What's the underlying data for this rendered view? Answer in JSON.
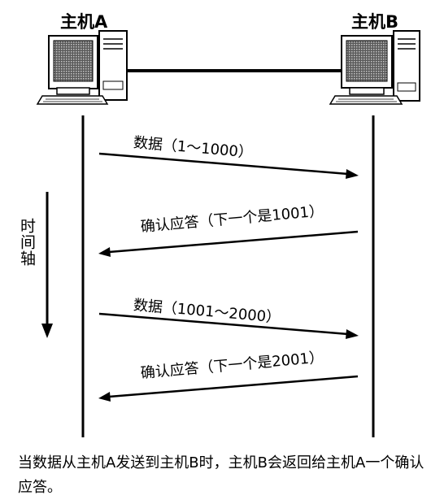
{
  "host_a": {
    "label": "主机A"
  },
  "host_b": {
    "label": "主机B"
  },
  "messages": [
    {
      "text": "数据（1～1000）",
      "direction": "A-to-B"
    },
    {
      "text": "确认应答（下一个是1001）",
      "direction": "B-to-A"
    },
    {
      "text": "数据（1001～2000）",
      "direction": "A-to-B"
    },
    {
      "text": "确认应答（下一个是2001）",
      "direction": "B-to-A"
    }
  ],
  "time_axis": {
    "label": "时间轴"
  },
  "caption": "当数据从主机A发送到主机B时，主机B会返回给主机A一个确认应答。"
}
